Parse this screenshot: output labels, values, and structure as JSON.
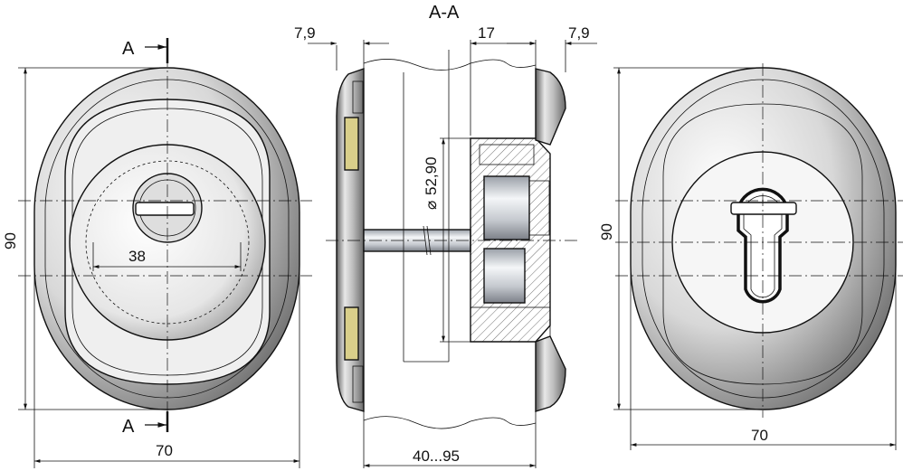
{
  "section_title": "A-A",
  "section_marker": "A",
  "dimensions": {
    "front_height": "90",
    "front_width": "70",
    "inner_diameter": "38",
    "side_left_thickness": "7,9",
    "side_right_thickness": "7,9",
    "side_depth": "17",
    "side_diameter": "52,90",
    "diameter_symbol": "⌀",
    "side_range": "40...95",
    "back_height": "90",
    "back_width": "70"
  },
  "colors": {
    "line": "#111111",
    "metal_light": "#f2f2f2",
    "metal_mid": "#c8c8c8",
    "metal_dark": "#7a7a7a",
    "insert_yellow": "#d9cf8a"
  }
}
